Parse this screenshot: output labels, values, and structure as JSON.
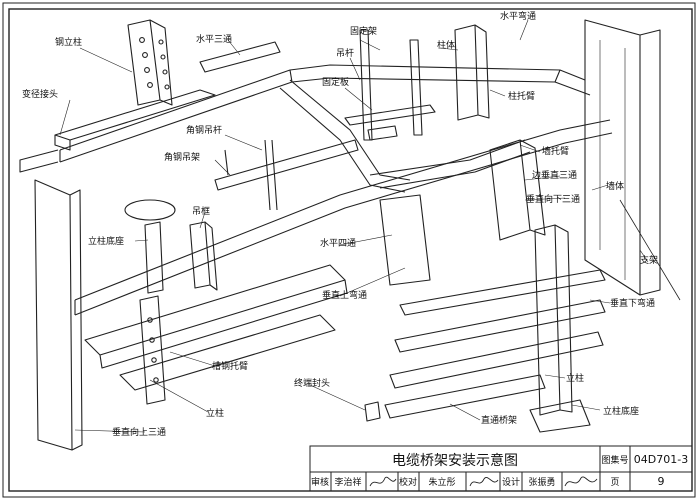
{
  "labels": {
    "steel_column": "钢立柱",
    "reducer": "变径接头",
    "horiz_tee_top": "水平三通",
    "fixed_frame": "固定架",
    "horiz_bend_top": "水平弯通",
    "hanger_rod": "吊杆",
    "column_body": "柱体",
    "fixed_plate": "固定板",
    "column_bracket": "柱托臂",
    "angle_rod": "角钢吊杆",
    "angle_hanger": "角钢吊架",
    "wall_bracket": "墙托臂",
    "vertical_tee_in": "边垂直三通",
    "vertical_down_tee": "垂直向下三通",
    "wall": "墙体",
    "hanger_frame": "吊框",
    "column_base_left": "立柱底座",
    "horiz_cross": "水平四通",
    "support": "支架",
    "vertical_up_bend": "垂直上弯通",
    "vertical_down_bend": "垂直下弯通",
    "channel_bracket": "槽钢托臂",
    "column_right": "立柱",
    "end_cap": "终端封头",
    "column_left": "立柱",
    "straight_tray": "直通桥架",
    "column_base_right": "立柱底座",
    "vertical_up_tee": "垂直向上三通"
  },
  "title_block": {
    "title": "电缆桥架安装示意图",
    "atlas_label": "图集号",
    "atlas_no": "04D701-3",
    "page_label": "页",
    "page_no": "9",
    "review_label": "审核",
    "review_name": "李治祥",
    "check_label": "校对",
    "check_name": "朱立彤",
    "design_label": "设计",
    "design_name": "张振勇"
  }
}
